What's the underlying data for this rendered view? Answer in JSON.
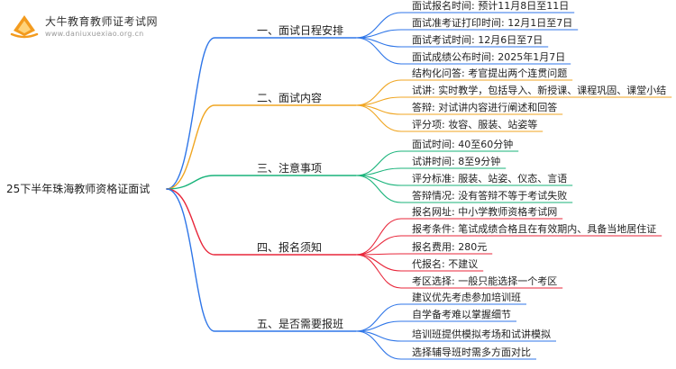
{
  "brand": {
    "name": "大牛教育教师证考试网",
    "url": "www.daniuxuexiao.org.cn"
  },
  "root": {
    "label": "25下半年珠海教师资格证面试"
  },
  "branches": [
    {
      "label": "一、面试日程安排",
      "color": "#2f76e8",
      "children": [
        "面试报名时间: 预计11月8日至11日",
        "面试准考证打印时间: 12月1日至7日",
        "面试考试时间: 12月6日至7日",
        "面试成绩公布时间: 2025年1月7日"
      ]
    },
    {
      "label": "二、面试内容",
      "color": "#f0a622",
      "children": [
        "结构化问答: 考官提出两个连贯问题",
        "试讲: 实时教学，包括导入、新授课、课程巩固、课堂小结",
        "答辩: 对试讲内容进行阐述和回答",
        "评分项: 妆容、服装、站姿等"
      ]
    },
    {
      "label": "三、注意事项",
      "color": "#18b37a",
      "children": [
        "面试时间: 40至60分钟",
        "试讲时间: 8至9分钟",
        "评分标准: 服装、站姿、仪态、言语",
        "答辩情况: 没有答辩不等于考试失败"
      ]
    },
    {
      "label": "四、报名须知",
      "color": "#e8263a",
      "children": [
        "报名网址: 中小学教师资格考试网",
        "报考条件: 笔试成绩合格且在有效期内、具备当地居住证",
        "报名费用: 280元",
        "代报名: 不建议",
        "考区选择: 一般只能选择一个考区"
      ]
    },
    {
      "label": "五、是否需要报班",
      "color": "#2f76e8",
      "children": [
        "建议优先考虑参加培训班",
        "自学备考难以掌握细节",
        "培训班提供模拟考场和试讲模拟",
        "选择辅导班时需多方面对比"
      ]
    }
  ]
}
